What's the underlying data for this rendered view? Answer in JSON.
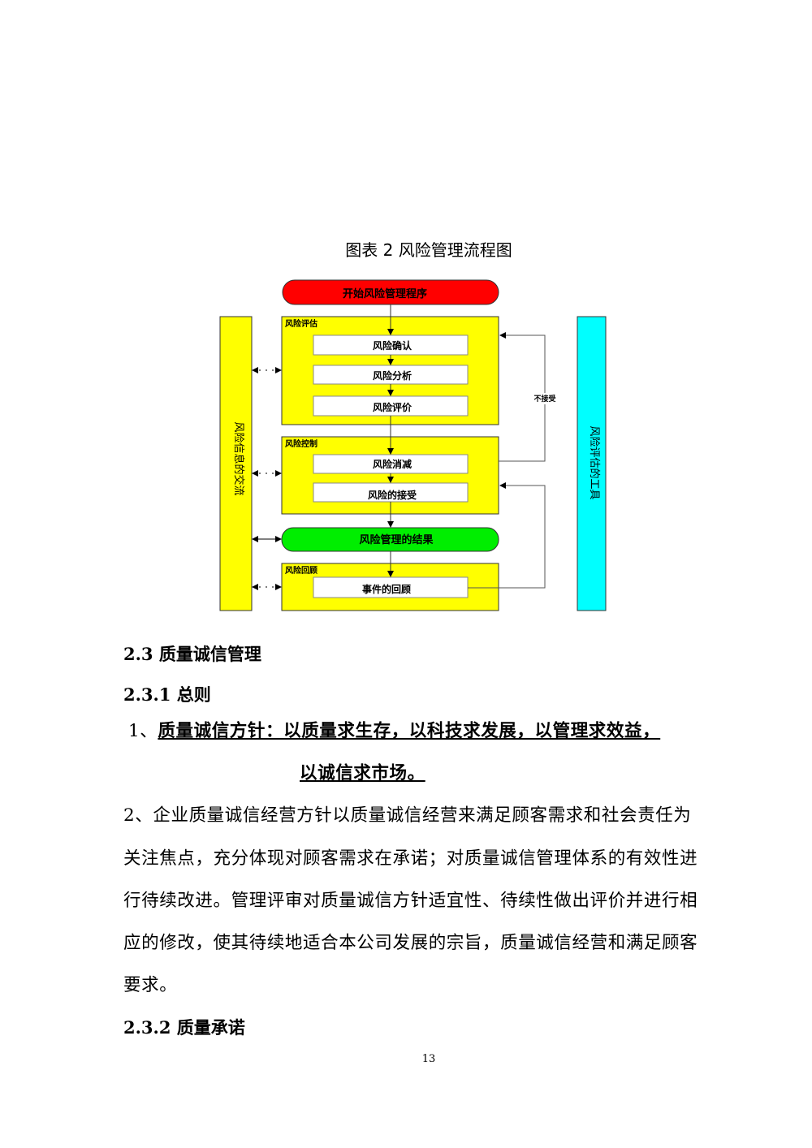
{
  "figure": {
    "caption": "图表 2 风险管理流程图",
    "start": "开始风险管理程序",
    "assessment": {
      "title": "风险评估",
      "steps": [
        "风险确认",
        "风险分析",
        "风险评价"
      ]
    },
    "control": {
      "title": "风险控制",
      "steps": [
        "风险消减",
        "风险的接受"
      ]
    },
    "result": "风险管理的结果",
    "review": {
      "title": "风险回顾",
      "steps": [
        "事件的回顾"
      ]
    },
    "left_bar": "风险信息的交流",
    "right_bar": "风险评估的工具",
    "feedback_label": "不接受",
    "colors": {
      "start": "#ff0000",
      "box": "#ffff00",
      "result": "#00ee00",
      "tools": "#00ffff"
    }
  },
  "sections": {
    "s23": "2.3 质量诚信管理",
    "s231": "2.3.1 总则",
    "item1_prefix": "1、",
    "item1_line1": "质量诚信方针：以质量求生存，以科技求发展，以管理求效益，",
    "item1_line2": "以诚信求市场。",
    "item2_lines": [
      "2、企业质量诚信经营方针以质量诚信经营来满足顾客需求和社会责任为",
      "关注焦点，充分体现对顾客需求在承诺；对质量诚信管理体系的有效性进",
      "行待续改进。管理评审对质量诚信方针适宜性、待续性做出评价并进行相",
      "应的修改，使其待续地适合本公司发展的宗旨，质量诚信经营和满足顾客",
      "要求。"
    ],
    "s232": "2.3.2 质量承诺"
  },
  "page_number": "13"
}
